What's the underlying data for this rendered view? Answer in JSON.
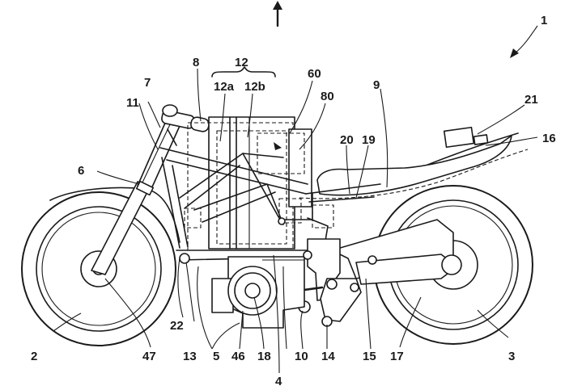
{
  "labels": {
    "n1": "1",
    "n2": "2",
    "n3": "3",
    "n4": "4",
    "n5": "5",
    "n6": "6",
    "n7": "7",
    "n8": "8",
    "n9": "9",
    "n10": "10",
    "n11": "11",
    "n12": "12",
    "n12a": "12a",
    "n12b": "12b",
    "n13": "13",
    "n14": "14",
    "n15": "15",
    "n16": "16",
    "n17": "17",
    "n18": "18",
    "n19": "19",
    "n20": "20",
    "n21": "21",
    "n22": "22",
    "n46": "46",
    "n47": "47",
    "n60": "60",
    "n80": "80"
  }
}
